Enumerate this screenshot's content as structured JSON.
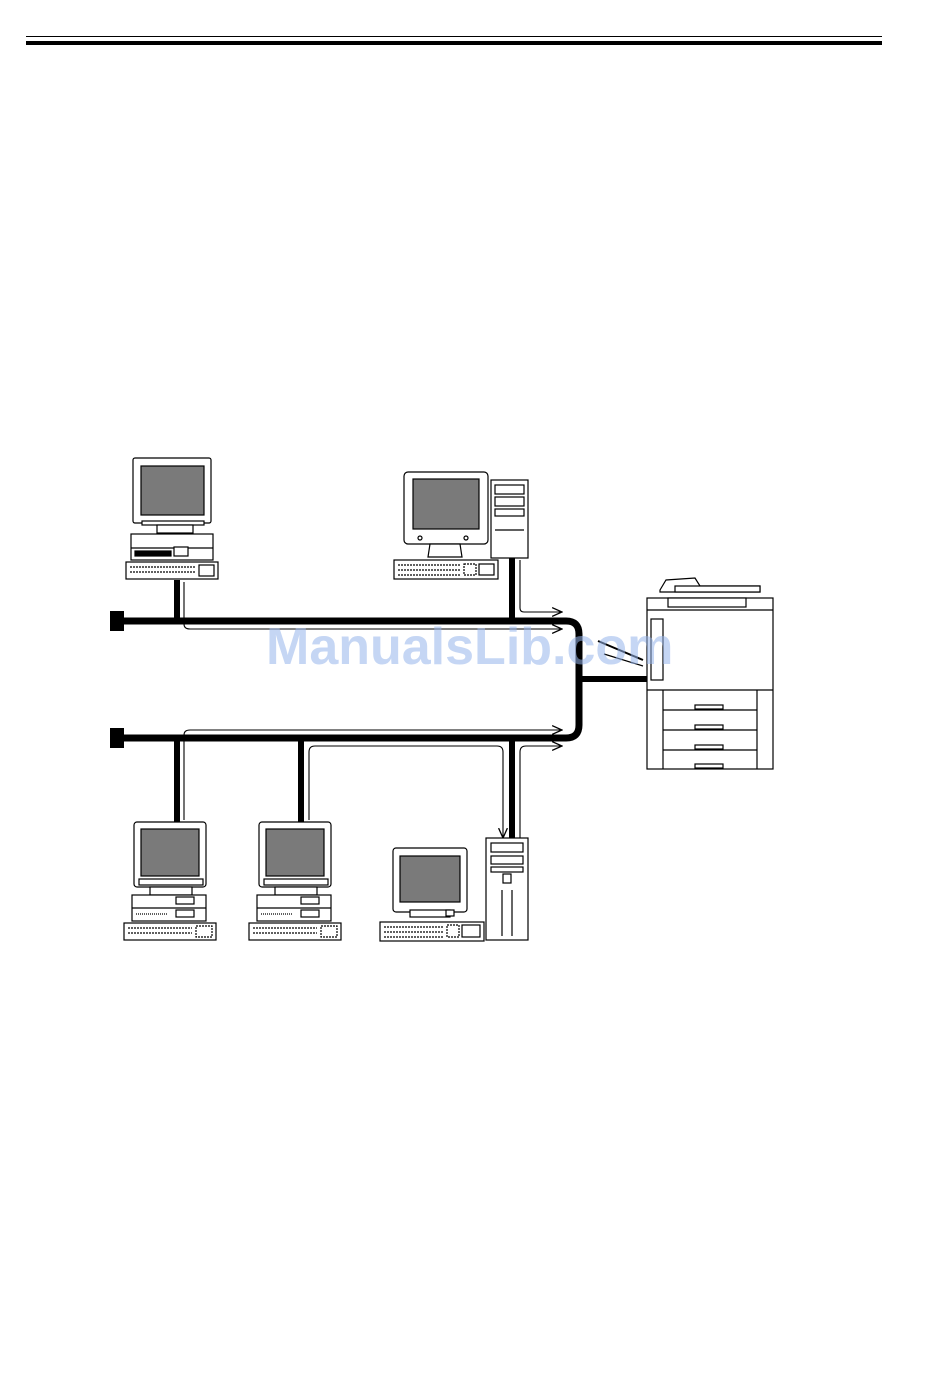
{
  "watermark": {
    "text": "ManualsLib.com"
  },
  "colors": {
    "ink": "#000000",
    "screen": "#7a7a7a",
    "paper": "#ffffff",
    "watermark": "#96b4eb"
  },
  "diagram": {
    "nodes": [
      {
        "id": "pc-1",
        "kind": "desktop-computer",
        "segment": "upper"
      },
      {
        "id": "pc-2",
        "kind": "tower-computer",
        "segment": "upper"
      },
      {
        "id": "pc-3",
        "kind": "desktop-computer",
        "segment": "lower"
      },
      {
        "id": "pc-4",
        "kind": "desktop-computer",
        "segment": "lower"
      },
      {
        "id": "pc-5",
        "kind": "tower-computer",
        "segment": "lower"
      },
      {
        "id": "copier",
        "kind": "copier-printer"
      }
    ],
    "networks": [
      "upper-segment",
      "lower-segment"
    ]
  }
}
